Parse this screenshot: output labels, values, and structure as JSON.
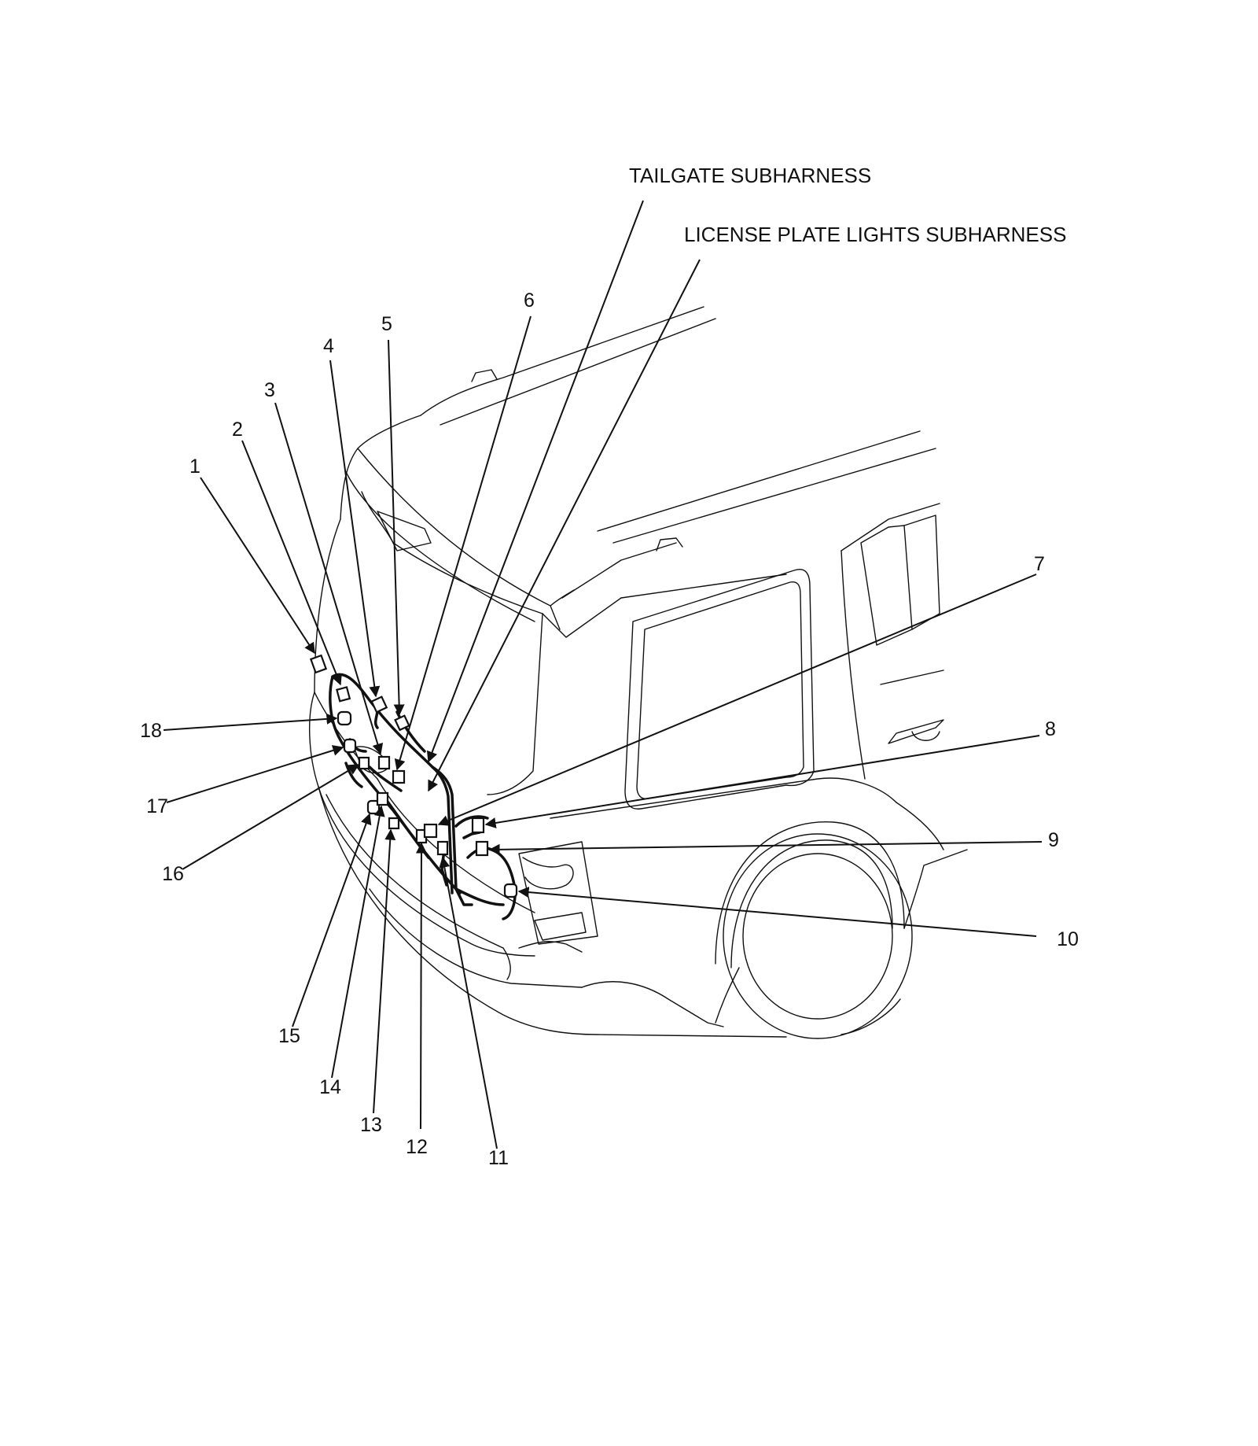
{
  "diagram": {
    "subharness_labels": {
      "tailgate": "TAILGATE SUBHARNESS",
      "license_plate_lights": "LICENSE PLATE LIGHTS SUBHARNESS"
    },
    "callouts": [
      "1",
      "2",
      "3",
      "4",
      "5",
      "6",
      "7",
      "8",
      "9",
      "10",
      "11",
      "12",
      "13",
      "14",
      "15",
      "16",
      "17",
      "18"
    ],
    "colors": {
      "line": "#111111",
      "background": "#ffffff",
      "connector_fill": "#ffffff"
    }
  }
}
